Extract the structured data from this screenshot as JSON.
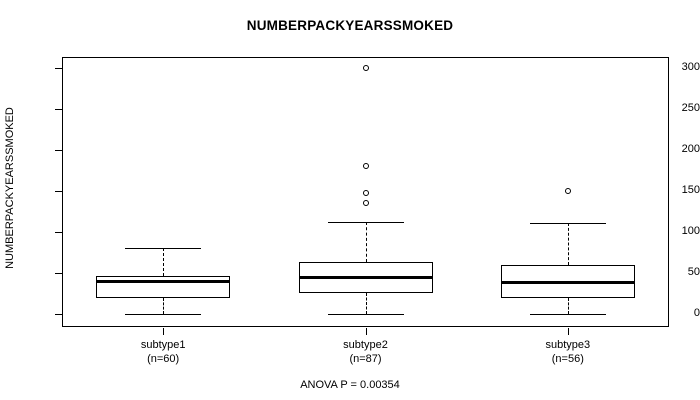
{
  "chart_data": {
    "type": "box",
    "title": "NUMBERPACKYEARSSMOKED",
    "xlabel": "",
    "ylabel": "NUMBERPACKYEARSSMOKED",
    "ylim": [
      0,
      300
    ],
    "yticks": [
      0,
      50,
      100,
      150,
      200,
      250,
      300
    ],
    "ytick_labels": [
      "0",
      "50",
      "100",
      "150",
      "200",
      "250",
      "300"
    ],
    "grid": false,
    "legend": null,
    "annotation": "ANOVA P = 0.00354",
    "categories": [
      "subtype1",
      "subtype2",
      "subtype3"
    ],
    "group_counts": [
      60,
      87,
      56
    ],
    "xtick_labels": [
      "subtype1\n(n=60)",
      "subtype2\n(n=87)",
      "subtype3\n(n=56)"
    ],
    "boxes": [
      {
        "category": "subtype1",
        "n": 60,
        "whisker_low": 0,
        "q1": 19,
        "median": 40,
        "q3": 46,
        "whisker_high": 80,
        "outliers": []
      },
      {
        "category": "subtype2",
        "n": 87,
        "whisker_low": 0,
        "q1": 26,
        "median": 45,
        "q3": 63,
        "whisker_high": 112,
        "outliers": [
          300,
          180,
          148,
          135
        ]
      },
      {
        "category": "subtype3",
        "n": 56,
        "whisker_low": 0,
        "q1": 20,
        "median": 38,
        "q3": 60,
        "whisker_high": 111,
        "outliers": [
          150
        ]
      }
    ]
  },
  "colors": {
    "axis": "#000000",
    "box_line": "#000000",
    "median": "#000000",
    "background": "#ffffff"
  }
}
